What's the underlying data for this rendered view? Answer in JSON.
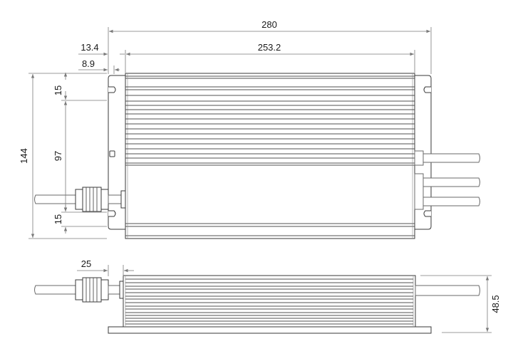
{
  "dimensions": {
    "top_view": {
      "overall_length": "280",
      "mounting_offset": "13.4",
      "body_length": "253.2",
      "slot_offset": "8.9",
      "overall_height": "144",
      "slot_top": "15",
      "slot_spacing": "97",
      "slot_bottom": "15"
    },
    "side_view": {
      "connector_length": "25",
      "body_height": "48.5"
    }
  }
}
